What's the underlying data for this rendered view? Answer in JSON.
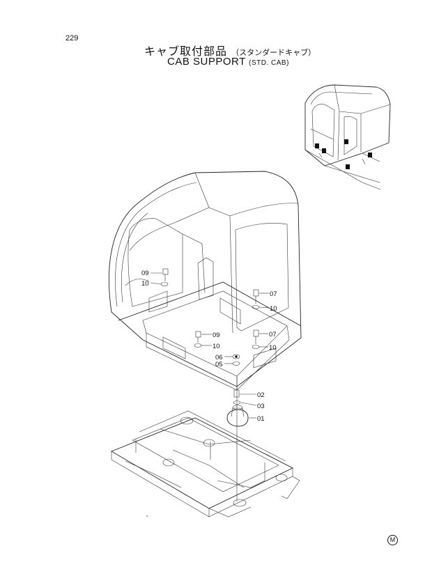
{
  "page_number": "229",
  "title": {
    "japanese": "キャブ取付部品",
    "japanese_sub": "（スタンダードキャブ）",
    "english": "CAB SUPPORT",
    "english_sub": "(STD. CAB)"
  },
  "callouts": [
    {
      "id": "09",
      "group": "left-upper"
    },
    {
      "id": "10",
      "group": "left-upper"
    },
    {
      "id": "07",
      "group": "right-upper"
    },
    {
      "id": "10",
      "group": "right-upper"
    },
    {
      "id": "09",
      "group": "center"
    },
    {
      "id": "10",
      "group": "center"
    },
    {
      "id": "07",
      "group": "right-lower"
    },
    {
      "id": "10",
      "group": "right-lower"
    },
    {
      "id": "06",
      "group": "center-lower"
    },
    {
      "id": "05",
      "group": "center-lower"
    },
    {
      "id": "02",
      "group": "mount"
    },
    {
      "id": "03",
      "group": "mount"
    },
    {
      "id": "01",
      "group": "mount"
    }
  ],
  "corner_mark": "M"
}
